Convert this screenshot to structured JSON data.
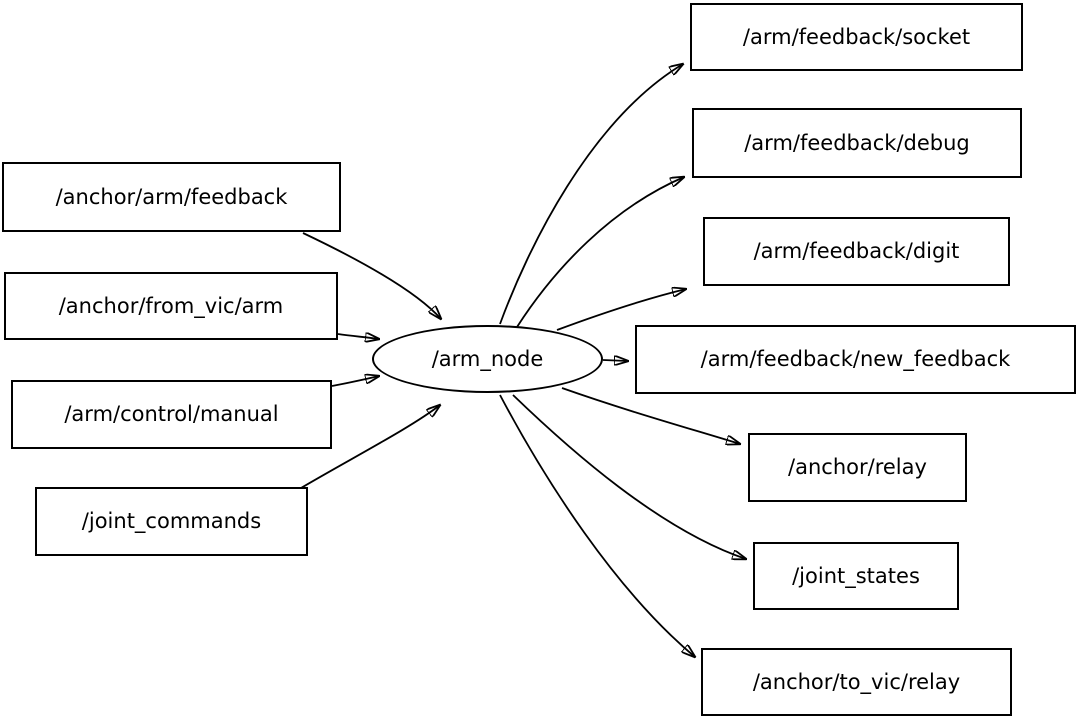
{
  "diagram": {
    "colors": {
      "background": "#ffffff",
      "node_fill": "#ffffff",
      "node_border": "#000000",
      "edge": "#000000",
      "text": "#000000"
    },
    "center_node": {
      "label": "/arm_node"
    },
    "input_topics": [
      {
        "label": "/anchor/arm/feedback"
      },
      {
        "label": "/anchor/from_vic/arm"
      },
      {
        "label": "/arm/control/manual"
      },
      {
        "label": "/joint_commands"
      }
    ],
    "output_topics": [
      {
        "label": "/arm/feedback/socket"
      },
      {
        "label": "/arm/feedback/debug"
      },
      {
        "label": "/arm/feedback/digit"
      },
      {
        "label": "/arm/feedback/new_feedback"
      },
      {
        "label": "/anchor/relay"
      },
      {
        "label": "/joint_states"
      },
      {
        "label": "/anchor/to_vic/relay"
      }
    ]
  }
}
